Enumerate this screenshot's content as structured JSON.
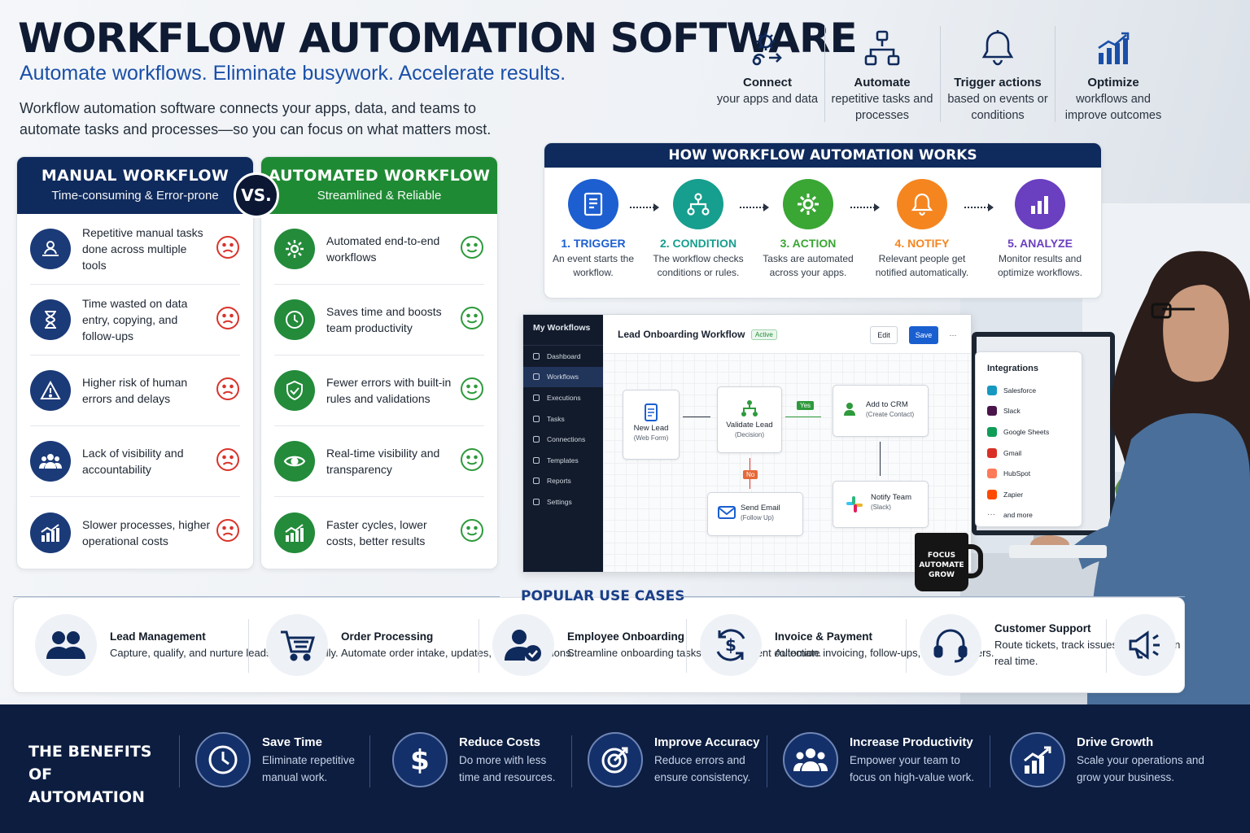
{
  "header": {
    "title": "WORKFLOW AUTOMATION SOFTWARE",
    "subtitle": "Automate workflows. Eliminate busywork. Accelerate results.",
    "description": "Workflow automation software connects your apps, data, and teams to automate tasks and processes—so you can focus on what matters most."
  },
  "features": [
    {
      "title": "Connect",
      "text": "your apps and data",
      "icon": "gear-connect-icon"
    },
    {
      "title": "Automate",
      "text": "repetitive tasks and processes",
      "icon": "flowchart-icon"
    },
    {
      "title": "Trigger actions",
      "text": "based on events or conditions",
      "icon": "bell-icon"
    },
    {
      "title": "Optimize",
      "text": "workflows and improve outcomes",
      "icon": "growth-chart-icon"
    }
  ],
  "comparison": {
    "vs_label": "VS.",
    "manual": {
      "title": "MANUAL WORKFLOW",
      "subtitle": "Time-consuming & Error-prone",
      "items": [
        "Repetitive manual tasks done across multiple tools",
        "Time wasted on data entry, copying, and follow-ups",
        "Higher risk of human errors and delays",
        "Lack of visibility and accountability",
        "Slower processes, higher operational costs"
      ]
    },
    "automated": {
      "title": "AUTOMATED WORKFLOW",
      "subtitle": "Streamlined & Reliable",
      "items": [
        "Automated end-to-end workflows",
        "Saves time and boosts team productivity",
        "Fewer errors with built-in rules and validations",
        "Real-time visibility and transparency",
        "Faster cycles, lower costs, better results"
      ]
    }
  },
  "how_it_works": {
    "title": "HOW WORKFLOW AUTOMATION WORKS",
    "steps": [
      {
        "label": "1. TRIGGER",
        "text": "An event starts the workflow.",
        "color": "#1d5fd1"
      },
      {
        "label": "2. CONDITION",
        "text": "The workflow checks conditions or rules.",
        "color": "#169e8e"
      },
      {
        "label": "3. ACTION",
        "text": "Tasks are automated across your apps.",
        "color": "#3aa634"
      },
      {
        "label": "4. NOTIFY",
        "text": "Relevant people get notified automatically.",
        "color": "#f5851f"
      },
      {
        "label": "5. ANALYZE",
        "text": "Monitor results and optimize workflows.",
        "color": "#6a3fc0"
      }
    ]
  },
  "app": {
    "sidebar_title": "My Workflows",
    "nav": [
      "Dashboard",
      "Workflows",
      "Executions",
      "Tasks",
      "Connections",
      "Templates",
      "Reports",
      "Settings"
    ],
    "workflow_name": "Lead Onboarding Workflow",
    "status": "Active",
    "edit_label": "Edit",
    "save_label": "Save",
    "more_label": "···",
    "nodes": {
      "new_lead": {
        "title": "New Lead",
        "sub": "(Web Form)"
      },
      "validate": {
        "title": "Validate Lead",
        "sub": "(Decision)"
      },
      "crm": {
        "title": "Add to CRM",
        "sub": "(Create Contact)"
      },
      "email": {
        "title": "Send Email",
        "sub": "(Follow Up)"
      },
      "notify": {
        "title": "Notify Team",
        "sub": "(Slack)"
      }
    },
    "yes_label": "Yes",
    "no_label": "No"
  },
  "integrations": {
    "title": "Integrations",
    "items": [
      {
        "name": "Salesforce",
        "color": "#1798c1"
      },
      {
        "name": "Slack",
        "color": "#4a154b"
      },
      {
        "name": "Google Sheets",
        "color": "#0f9d58"
      },
      {
        "name": "Gmail",
        "color": "#d93025"
      },
      {
        "name": "HubSpot",
        "color": "#ff7a59"
      },
      {
        "name": "Zapier",
        "color": "#ff4a00"
      },
      {
        "name": "and more",
        "color": "#888888"
      }
    ]
  },
  "mug": {
    "text": "FOCUS AUTOMATE GROW"
  },
  "use_cases": {
    "title": "POPULAR USE CASES",
    "items": [
      {
        "title": "Lead Management",
        "text": "Capture, qualify, and nurture leads automatically."
      },
      {
        "title": "Order Processing",
        "text": "Automate order intake, updates, and notifications."
      },
      {
        "title": "Employee Onboarding",
        "text": "Streamline onboarding tasks and document collection."
      },
      {
        "title": "Invoice & Payment",
        "text": "Automate invoicing, follow-ups, and reminders."
      },
      {
        "title": "Customer Support",
        "text": "Route tickets, track issues, and notify in real time."
      }
    ]
  },
  "benefits": {
    "title": "THE BENEFITS OF AUTOMATION",
    "items": [
      {
        "title": "Save Time",
        "text": "Eliminate repetitive manual work."
      },
      {
        "title": "Reduce Costs",
        "text": "Do more with less time and resources."
      },
      {
        "title": "Improve Accuracy",
        "text": "Reduce errors and ensure consistency."
      },
      {
        "title": "Increase Productivity",
        "text": "Empower your team to focus on high-value work."
      },
      {
        "title": "Drive Growth",
        "text": "Scale your operations and grow your business."
      }
    ]
  },
  "colors": {
    "navy": "#0f2a5c",
    "green": "#1f8a34",
    "blue_accent": "#1a4fa8",
    "sad_face": "#d9342b",
    "happy_face": "#2e9a3c"
  }
}
